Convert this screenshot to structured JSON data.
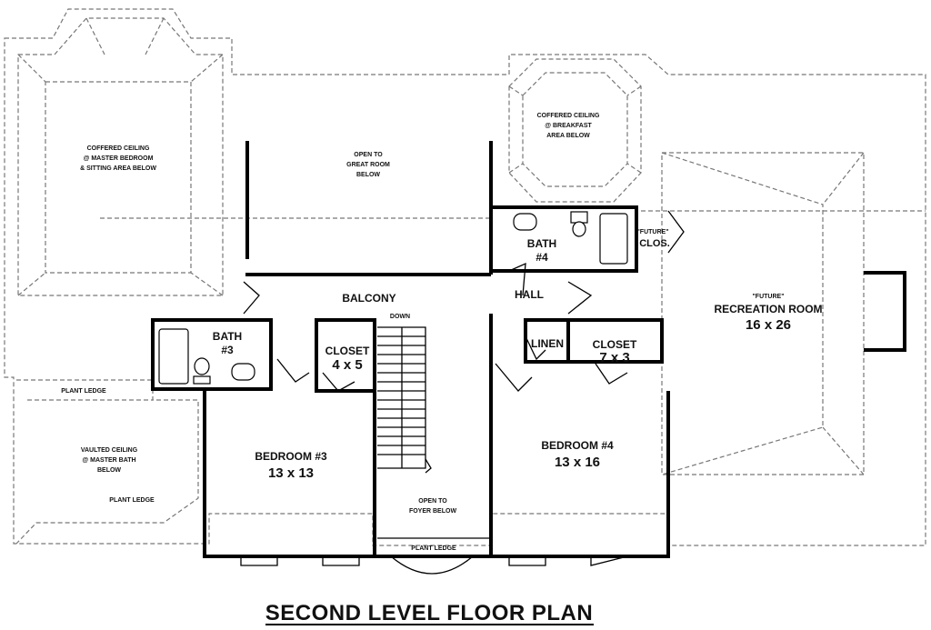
{
  "title": "SECOND LEVEL FLOOR PLAN",
  "labels": {
    "coffered_master": [
      "COFFERED CEILING",
      "@ MASTER BEDROOM",
      "& SITTING AREA BELOW"
    ],
    "open_great_room": [
      "OPEN TO",
      "GREAT ROOM",
      "BELOW"
    ],
    "coffered_breakfast": [
      "COFFERED CEILING",
      "@ BREAKFAST",
      "AREA BELOW"
    ],
    "bath4": [
      "BATH",
      "#4"
    ],
    "future_closet": [
      "\"FUTURE\"",
      "CLOS."
    ],
    "balcony": "BALCONY",
    "hall": "HALL",
    "down": "DOWN",
    "rec_room": [
      "\"FUTURE\"",
      "RECREATION ROOM",
      "16 x 26"
    ],
    "bath3": [
      "BATH",
      "#3"
    ],
    "closet3": [
      "CLOSET",
      "4 x 5"
    ],
    "linen": "LINEN",
    "closet4": [
      "CLOSET",
      "7 x 3"
    ],
    "plant_ledge_left_top": "PLANT LEDGE",
    "vaulted": [
      "VAULTED CEILING",
      "@ MASTER BATH",
      "BELOW"
    ],
    "plant_ledge_left_bottom": "PLANT LEDGE",
    "bedroom3": [
      "BEDROOM #3",
      "13 x 13"
    ],
    "open_foyer": [
      "OPEN TO",
      "FOYER BELOW"
    ],
    "plant_ledge_bottom": "PLANT LEDGE",
    "bedroom4": [
      "BEDROOM #4",
      "13 x 16"
    ]
  }
}
